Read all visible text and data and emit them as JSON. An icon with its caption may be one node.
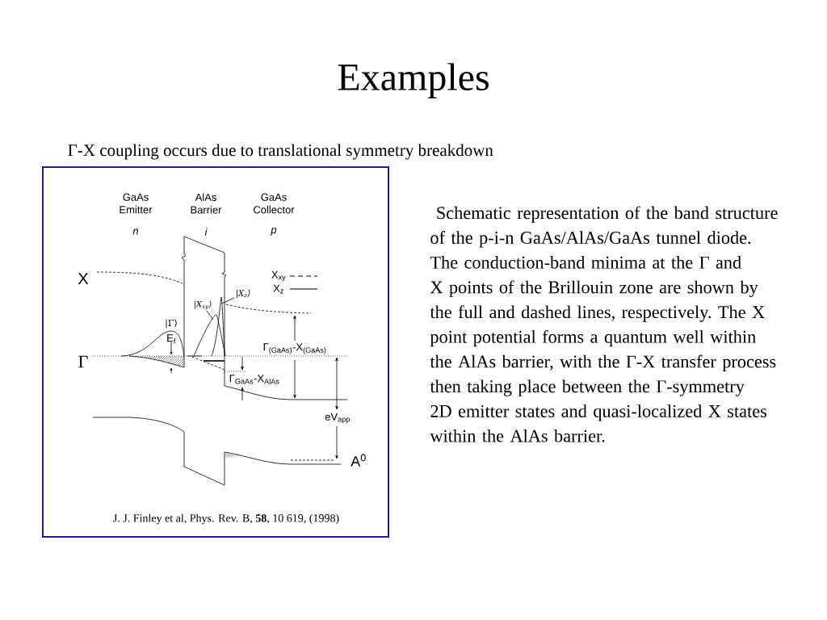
{
  "diagram": {
    "title": "Examples",
    "caption": "Schematic representation of the band structure of the p-i-n GaAs/AlAs/GaAs tunnel diode. The conduction-band minima at the Γ and X points of the Brillouin zone are shown by the full and dashed lines, respectively. The X point potential forms a quantum well within the AlAs barrier, with the Γ-X transfer process then taking place between the Γ-symmetry 2D emitter states and quasi-localized X states within the AlAs barrier.",
    "nodes": [
      {
        "text": [
          "|X$_{xy}$⟩"
        ]
      },
      {
        "text": [
          "|X$_{z}$⟩"
        ]
      },
      {
        "text": [],
        "shape": "curve"
      },
      {
        "text": [],
        "shape": "curve"
      }
    ],
    "edges": [
      {
        "from": 0,
        "to": 2,
        "arrow": "none"
      },
      {
        "from": 1,
        "to": 3,
        "arrow": "none"
      }
    ],
    "labels": [
      "Γ-X coupling occurs due to translational symmetry breakdown",
      "GaAs Emitter",
      "AlAs Barrier",
      "GaAs Collector",
      "n",
      "i",
      "p",
      "X",
      "|Γ⟩",
      "E$_{f}$",
      "Γ",
      "Γ$_{(GaAs)}$-X$_{(GaAs)}$",
      "Γ$_{GaAs}$-X$_{AlAs}$",
      "eV$_{app}$",
      "A$^{0}$",
      "J. J. Finley et al, Phys. Rev. B, **58**, 10 619, (1998)"
    ],
    "legend": [
      {
        "text": "X$_{xy}$"
      },
      {
        "text": "X$_{z}$"
      }
    ]
  }
}
